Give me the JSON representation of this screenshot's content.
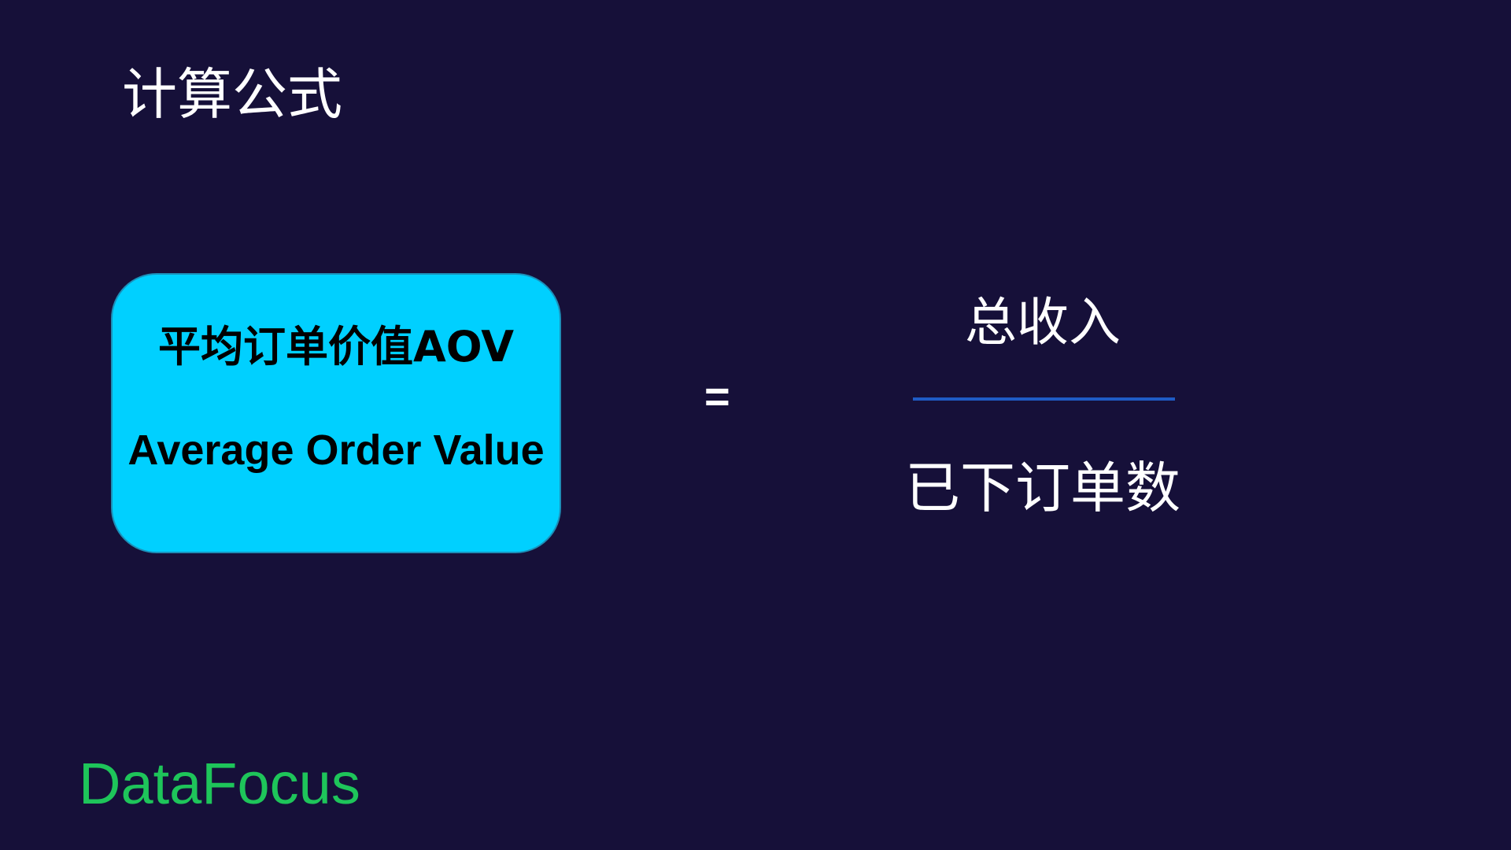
{
  "slide": {
    "title": "计算公式",
    "metric": {
      "name_cn": "平均订单价值AOV",
      "name_en": "Average Order Value"
    },
    "operator": "=",
    "formula": {
      "numerator": "总收入",
      "denominator": "已下订单数"
    },
    "brand": "DataFocus"
  },
  "colors": {
    "background": "#161039",
    "box_fill": "#00d0ff",
    "fraction_bar": "#1f5bc4",
    "brand": "#1ec55a",
    "text": "#ffffff"
  }
}
